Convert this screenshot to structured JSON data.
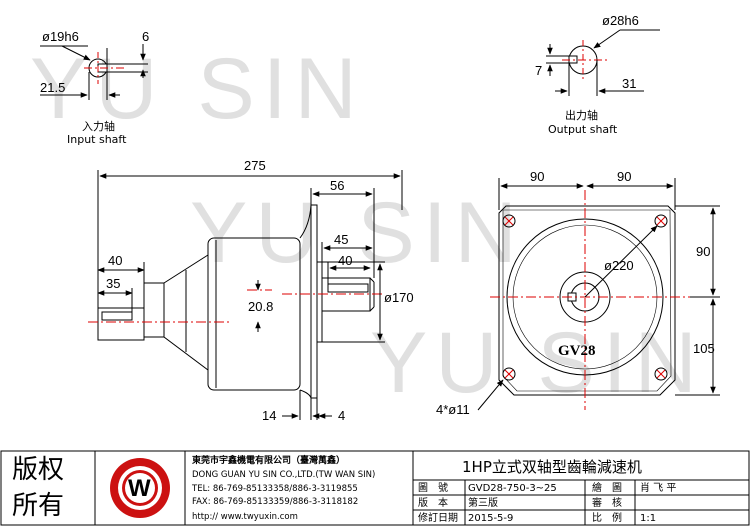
{
  "watermark": "YU SIN",
  "input_shaft": {
    "diameter": "ø19h6",
    "key_width": "6",
    "key_depth": "21.5",
    "label_cn": "入力轴",
    "label_en": "Input shaft"
  },
  "output_shaft": {
    "diameter": "ø28h6",
    "key_depth": "31",
    "key_width": "7",
    "label_cn": "出力轴",
    "label_en": "Output shaft"
  },
  "side_view": {
    "total_length": "275",
    "dim_56": "56",
    "dim_45": "45",
    "dim_40_right": "40",
    "dim_40_left": "40",
    "dim_35": "35",
    "offset": "20.8",
    "pilot_dia": "ø170",
    "dim_14": "14",
    "dim_4": "4"
  },
  "front_view": {
    "width_left": "90",
    "width_right": "90",
    "height_top": "90",
    "height_bottom": "105",
    "pcd": "ø220",
    "holes": "4*ø11",
    "model_mark": "GV28"
  },
  "title_block": {
    "copyright_1": "版权",
    "copyright_2": "所有",
    "company_cn": "東莞市宇鑫機電有限公司（臺灣萬鑫）",
    "company_en": "DONG GUAN YU SIN CO.,LTD.(TW WAN SIN)",
    "tel": "TEL: 86-769-85133358/886-3-3119855",
    "fax": "FAX: 86-769-85133359/886-3-3118182",
    "web": "http:// www.twyuxin.com",
    "title": "1HP立式双轴型齒輪減速机",
    "drawing_no_label": "圖　號",
    "drawing_no": "GVD28-750-3~25",
    "drawn_label": "繪　圖",
    "drawn_by": "肖 飞 平",
    "version_label": "版　本",
    "version": "第三版",
    "check_label": "審　核",
    "check": "",
    "date_label": "修訂日期",
    "date": "2015-5-9",
    "scale_label": "比　例",
    "scale": "1:1"
  }
}
